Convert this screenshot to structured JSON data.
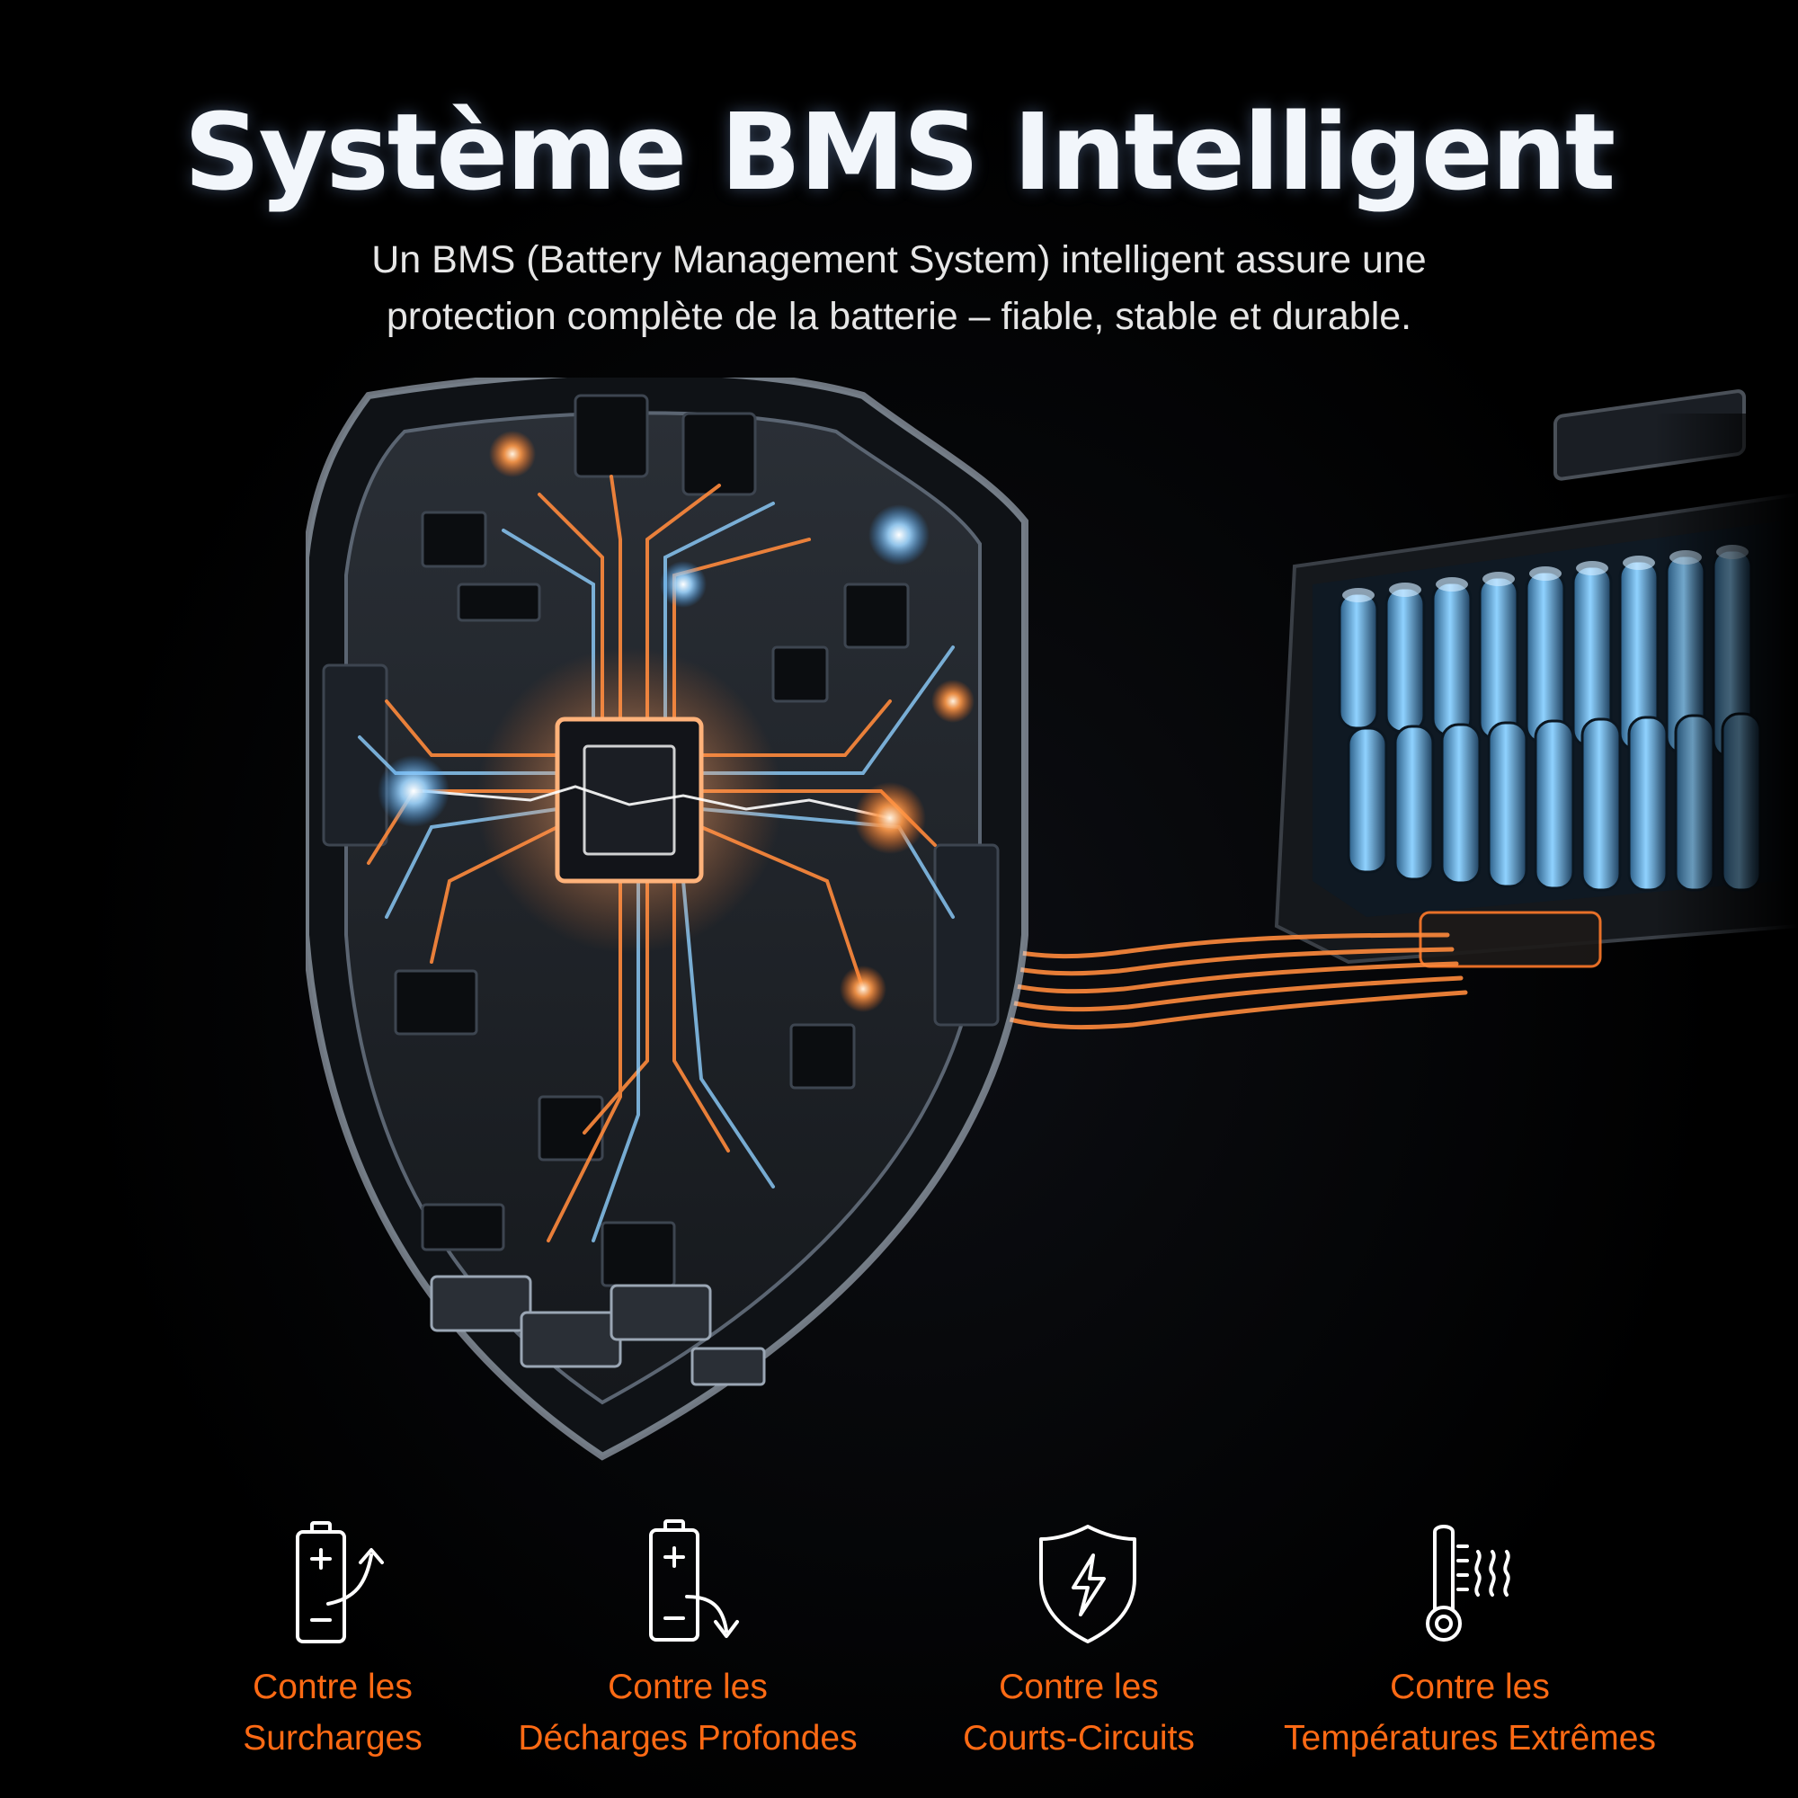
{
  "header": {
    "title": "Système BMS Intelligent",
    "subtitle_line1": "Un BMS (Battery Management System) intelligent assure une",
    "subtitle_line2": "protection complète de la batterie – fiable, stable et durable."
  },
  "colors": {
    "accent": "#ff6a14",
    "background": "#000000",
    "title": "#f2f6fb",
    "circuit_glow_orange": "#ff8a3c",
    "circuit_glow_blue": "#8fd0ff"
  },
  "features": [
    {
      "icon": "battery-overcharge-icon",
      "line1": "Contre les",
      "line2": "Surcharges"
    },
    {
      "icon": "battery-deep-discharge-icon",
      "line1": "Contre les",
      "line2": "Décharges Profondes"
    },
    {
      "icon": "shield-lightning-icon",
      "line1": "Contre les",
      "line2": "Courts-Circuits"
    },
    {
      "icon": "thermometer-heat-icon",
      "line1": "Contre les",
      "line2": "Températures Extrêmes"
    }
  ]
}
